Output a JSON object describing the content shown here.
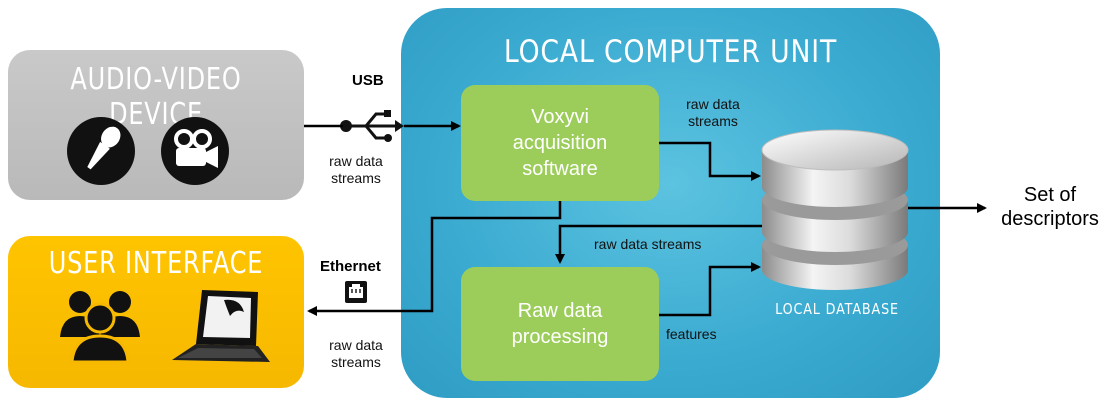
{
  "panels": {
    "local_unit_title": "LOCAL COMPUTER UNIT",
    "audio_video_title": "AUDIO-VIDEO DEVICE",
    "user_interface_title": "USER INTERFACE"
  },
  "boxes": {
    "acquisition": [
      "Voxyvi",
      "acquisition",
      "software"
    ],
    "processing": [
      "Raw data",
      "processing"
    ]
  },
  "labels": {
    "usb": "USB",
    "ethernet": "Ethernet",
    "raw_usb": [
      "raw data",
      "streams"
    ],
    "raw_eth": [
      "raw data",
      "streams"
    ],
    "raw_to_db": [
      "raw data",
      "streams"
    ],
    "raw_down": "raw data streams",
    "features": "features",
    "database": "LOCAL DATABASE",
    "output": [
      "Set of",
      "descriptors"
    ]
  },
  "colors": {
    "local_unit": "#3aaad0",
    "audio_video": "#c0c0c0",
    "user_interface": "#ffc000",
    "process_box": "#9ccd5b",
    "icon_dark": "#111111"
  },
  "icons": [
    "microphone-icon",
    "video-camera-icon",
    "usb-icon",
    "ethernet-icon",
    "users-icon",
    "laptop-icon",
    "database-icon"
  ]
}
